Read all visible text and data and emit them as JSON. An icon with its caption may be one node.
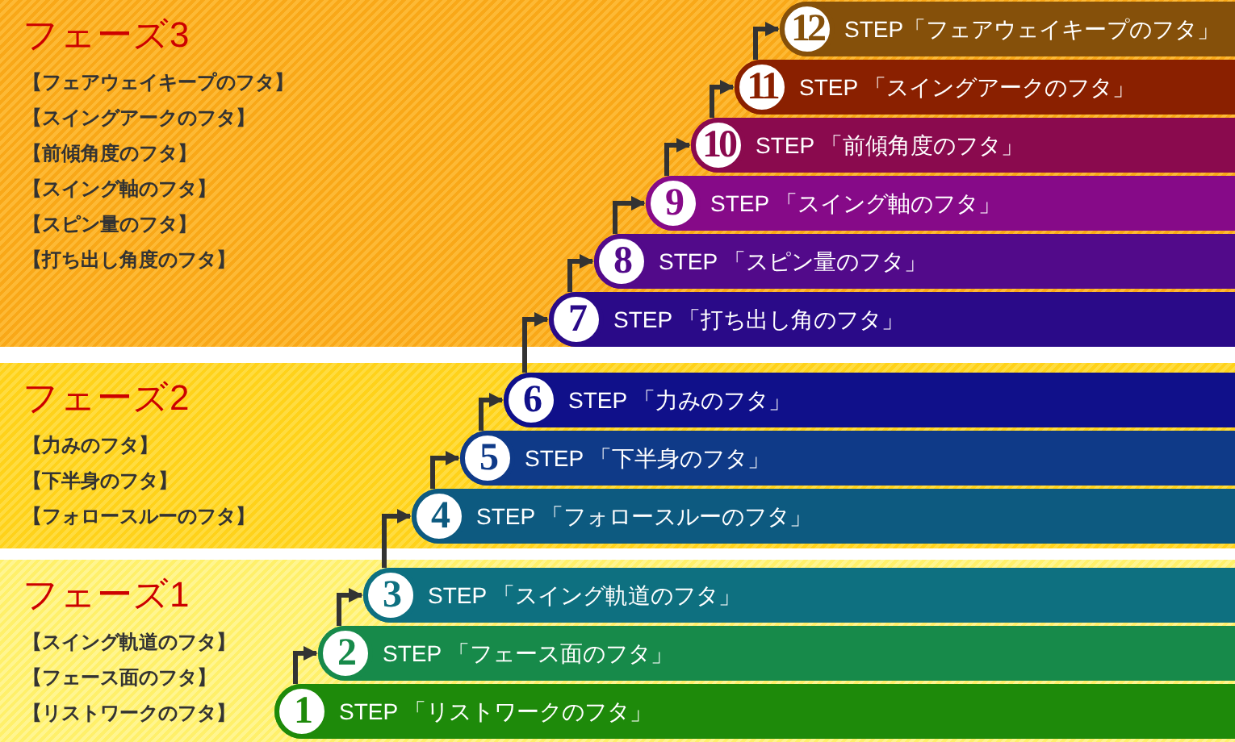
{
  "diagram": {
    "nodes": [
      {
        "text": [
          "フェーズ3",
          "【フェアウェイキープのフタ】",
          "【スイングアークのフタ】",
          "【前傾角度のフタ】",
          "【スイング軸のフタ】",
          "【スピン量のフタ】",
          "【打ち出し角度のフタ】"
        ]
      },
      {
        "text": [
          "12",
          "STEP「フェアウェイキープのフタ」"
        ],
        "in": 0
      },
      {
        "text": [
          "11",
          "STEP 「スイングアークのフタ」"
        ],
        "in": 0
      },
      {
        "text": [
          "10",
          "STEP 「前傾角度のフタ」"
        ],
        "in": 0
      },
      {
        "text": [
          "9",
          "STEP 「スイング軸のフタ」"
        ],
        "in": 0
      },
      {
        "text": [
          "8",
          "STEP 「スピン量のフタ」"
        ],
        "in": 0
      },
      {
        "text": [
          "7",
          "STEP 「打ち出し角のフタ」"
        ],
        "in": 0
      },
      {
        "text": [
          "フェーズ2",
          "【力みのフタ】",
          "【下半身のフタ】",
          "【フォロースルーのフタ】"
        ]
      },
      {
        "text": [
          "6",
          "STEP 「力みのフタ」"
        ],
        "in": 7
      },
      {
        "text": [
          "5",
          "STEP 「下半身のフタ」"
        ],
        "in": 7
      },
      {
        "text": [
          "4",
          "STEP 「フォロースルーのフタ」"
        ],
        "in": 7
      },
      {
        "text": [
          "フェーズ1",
          "【スイング軌道のフタ】",
          "【フェース面のフタ】",
          "【リストワークのフタ】"
        ]
      },
      {
        "text": [
          "3",
          "STEP 「スイング軌道のフタ」"
        ],
        "in": 11
      },
      {
        "text": [
          "2",
          "STEP 「フェース面のフタ」"
        ],
        "in": 11
      },
      {
        "text": [
          "1",
          "STEP 「リストワークのフタ」"
        ],
        "in": 11
      }
    ],
    "edges": [
      {
        "from": 14,
        "to": 13,
        "arrow": "to"
      },
      {
        "from": 13,
        "to": 12,
        "arrow": "to"
      },
      {
        "from": 12,
        "to": 10,
        "arrow": "to"
      },
      {
        "from": 10,
        "to": 9,
        "arrow": "to"
      },
      {
        "from": 9,
        "to": 8,
        "arrow": "to"
      },
      {
        "from": 8,
        "to": 6,
        "arrow": "to"
      },
      {
        "from": 6,
        "to": 5,
        "arrow": "to"
      },
      {
        "from": 5,
        "to": 4,
        "arrow": "to"
      },
      {
        "from": 4,
        "to": 3,
        "arrow": "to"
      },
      {
        "from": 3,
        "to": 2,
        "arrow": "to"
      },
      {
        "from": 2,
        "to": 1,
        "arrow": "to"
      }
    ]
  }
}
